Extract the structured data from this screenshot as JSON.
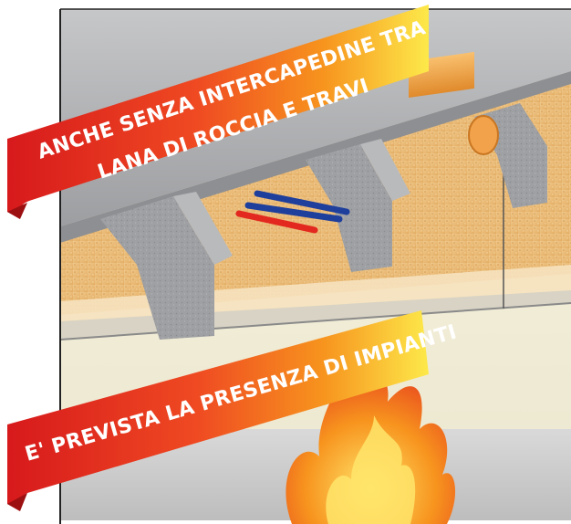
{
  "banner_top": {
    "line1": "ANCHE SENZA INTERCAPEDINE  TRA",
    "line2": "LANA DI ROCCIA E TRAVI"
  },
  "banner_bottom": {
    "text": "E' PREVISTA LA PRESENZA DI IMPIANTI"
  },
  "colors": {
    "banner_red": "#d7191c",
    "banner_orange": "#f47b20",
    "banner_yellow": "#fde94a",
    "concrete": "#a9aaac",
    "rock_wool": "#e9bb7a",
    "pipe_blue": "#1f3f9c",
    "pipe_red": "#e3281f",
    "duct_orange": "#f2a24a",
    "fire_orange": "#f06a1e",
    "wall_cream": "#f5f1dc"
  },
  "icons": [
    "pipes-icon",
    "duct-icon",
    "fire-icon"
  ]
}
